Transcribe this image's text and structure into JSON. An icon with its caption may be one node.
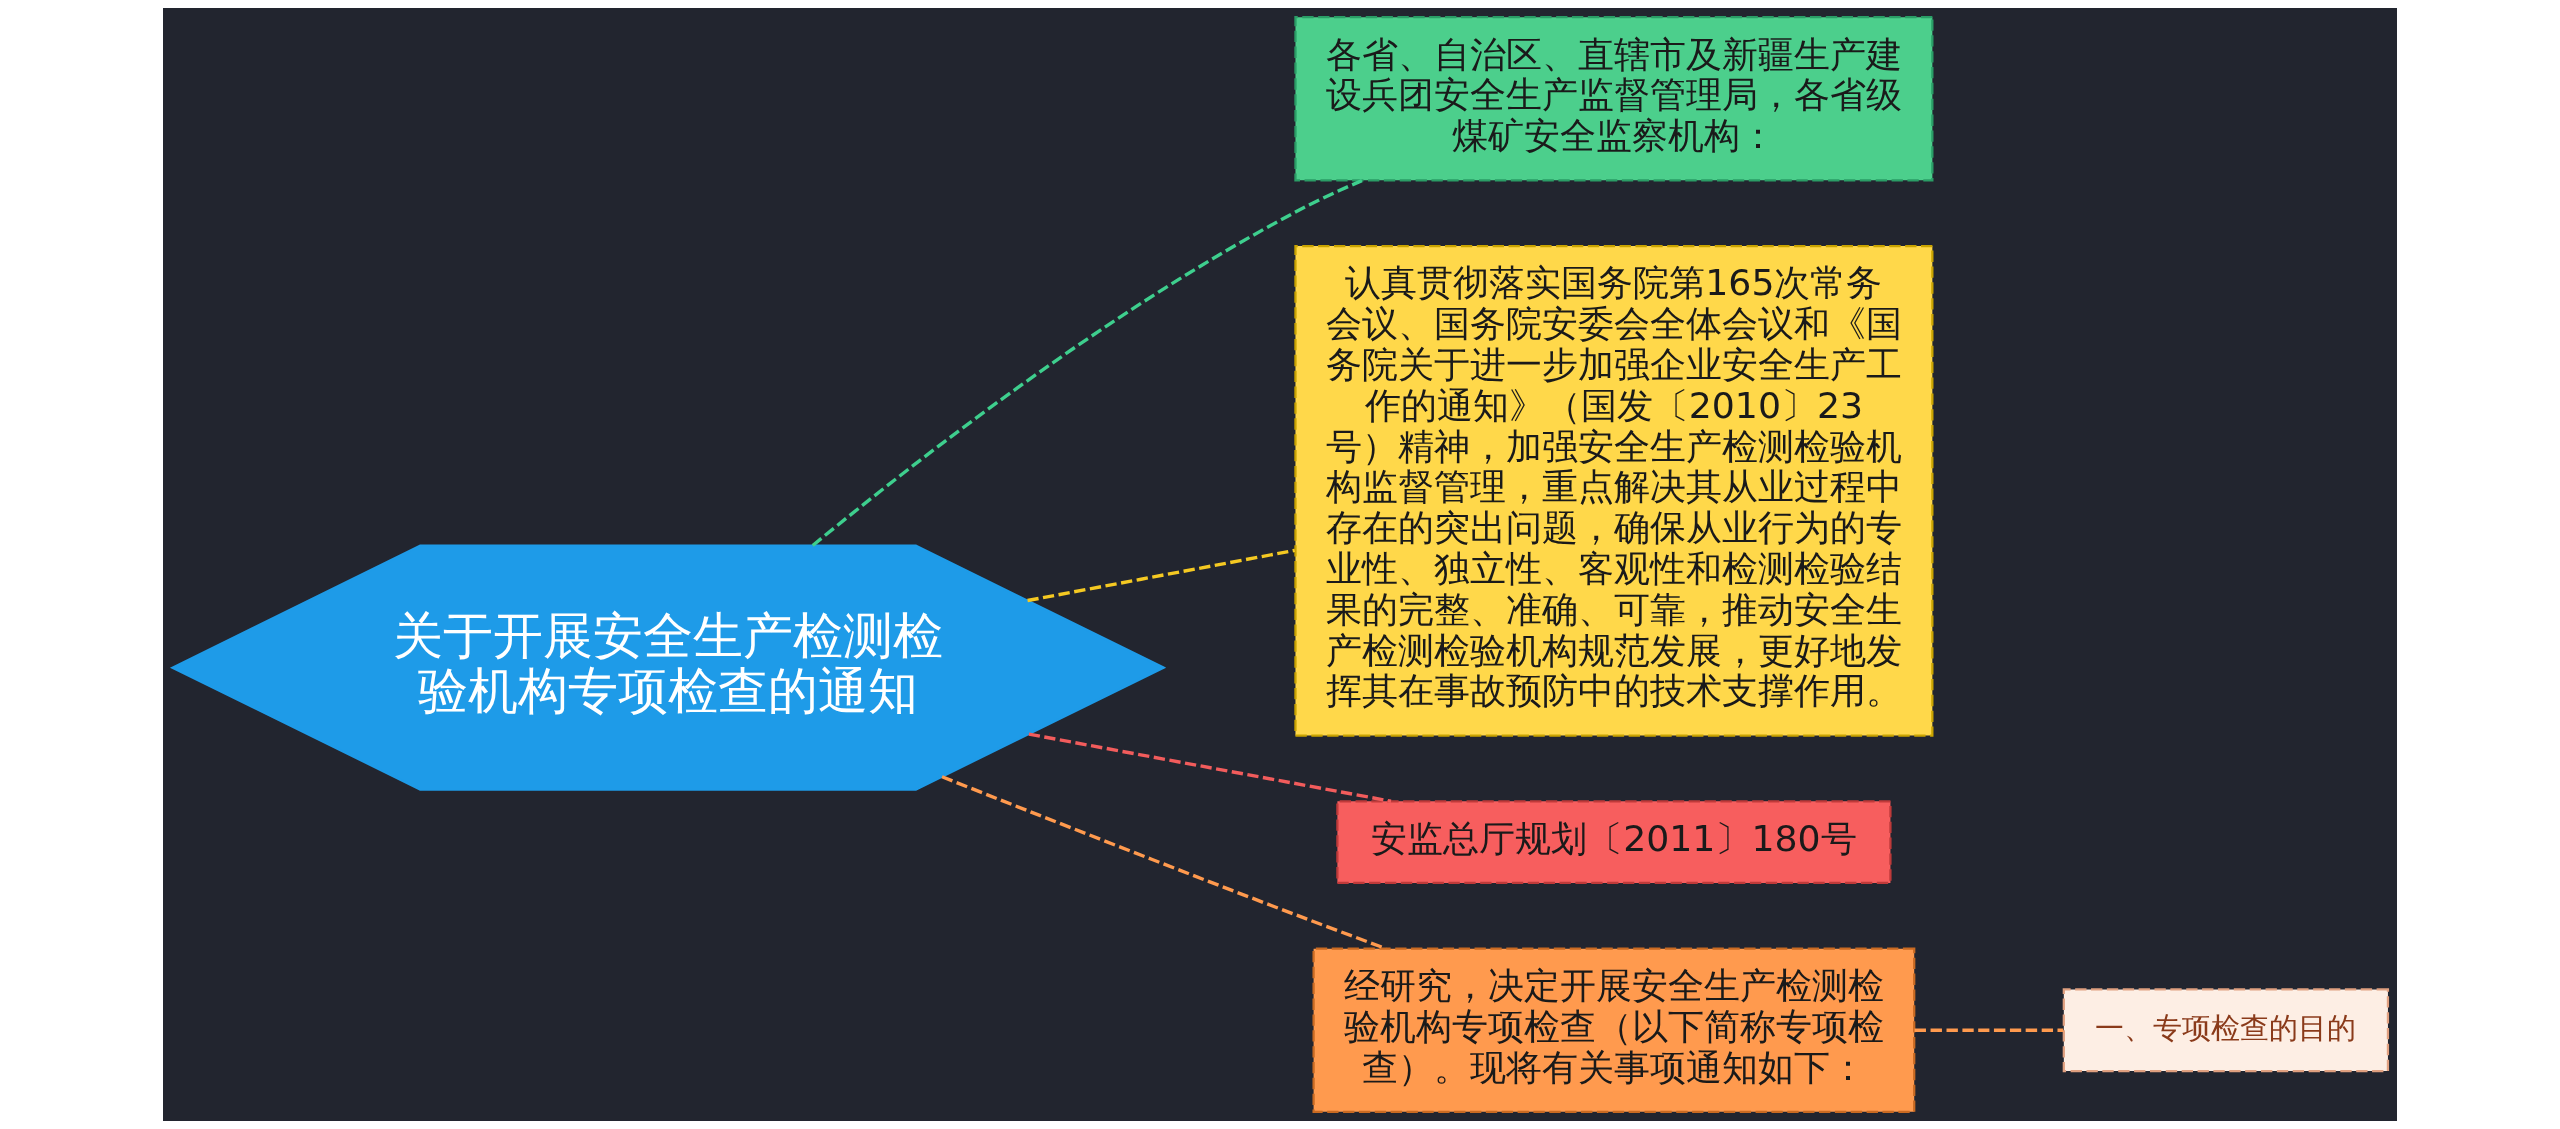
{
  "diagram": {
    "nodes": [
      {
        "text": [
          "关于开展安全生产检测检验机构专项检查的通知"
        ]
      },
      {
        "text": [
          "各省、自治区、直辖市及新疆生产建设兵团安全生产监督管理局，各省级煤矿安全监察机构："
        ]
      },
      {
        "text": [
          "认真贯彻落实国务院第165次常务会议、国务院安委会全体会议和《国务院关于进一步加强企业安全生产工作的通知》（国发〔2010〕23号）精神，加强安全生产检测检验机构监督管理，重点解决其从业过程中存在的突出问题，确保从业行为的专业性、独立性、客观性和检测检验结果的完整、准确、可靠，推动安全生产检测检验机构规范发展，更好地发挥其在事故预防中的技术支撑作用。"
        ]
      },
      {
        "text": [
          "安监总厅规划〔2011〕180号"
        ]
      },
      {
        "text": [
          "经研究，决定开展安全生产检测检验机构专项检查（以下简称专项检查）。现将有关事项通知如下："
        ]
      },
      {
        "text": [
          "一、专项检查的目的"
        ]
      }
    ],
    "edges": [
      {
        "from": 0,
        "to": 1,
        "arrow": "none",
        "style": "dashed",
        "color": "#3ecf8e"
      },
      {
        "from": 0,
        "to": 2,
        "arrow": "none",
        "style": "dashed",
        "color": "#f5c922"
      },
      {
        "from": 0,
        "to": 3,
        "arrow": "none",
        "style": "dashed",
        "color": "#f25c5c"
      },
      {
        "from": 0,
        "to": 4,
        "arrow": "none",
        "style": "dashed",
        "color": "#ff9a4e"
      },
      {
        "from": 4,
        "to": 5,
        "arrow": "none",
        "style": "dashed",
        "color": "#ff9a4e"
      }
    ]
  }
}
